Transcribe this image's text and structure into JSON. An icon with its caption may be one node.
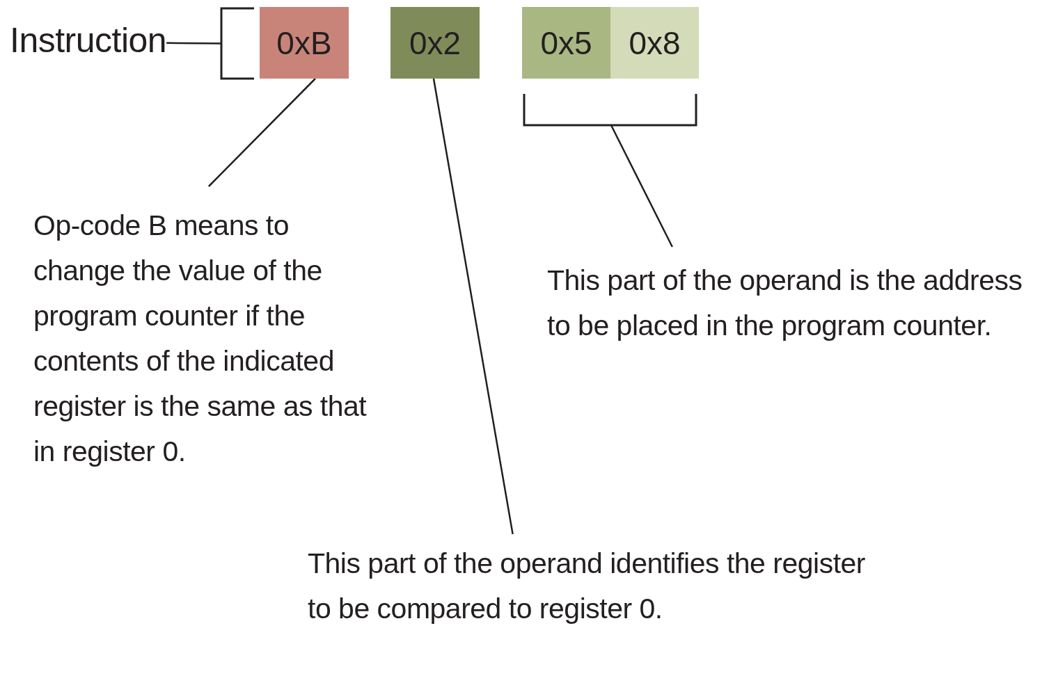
{
  "diagram": {
    "nodes": [
      {
        "text": [
          "Instruction"
        ]
      },
      {
        "text": [],
        "shape": "bracket"
      },
      {
        "text": [
          "0xB"
        ]
      },
      {
        "text": [
          "0x2"
        ]
      },
      {
        "text": [
          "0x5"
        ]
      },
      {
        "text": [
          "0x8"
        ]
      },
      {
        "text": [],
        "shape": "bracket"
      },
      {
        "text": [
          "Op-code B means to change the value of the program counter if the contents of the indicated register is the same as that in register 0."
        ]
      },
      {
        "text": [
          "This part of the operand is the address to be placed in the program counter."
        ]
      },
      {
        "text": [
          "This part of the operand identifies the register to be compared to register 0."
        ]
      }
    ],
    "edges": [
      {
        "from": 0,
        "to": 1,
        "arrow": "none"
      },
      {
        "from": 7,
        "to": 2,
        "arrow": "none"
      },
      {
        "from": 8,
        "to": 6,
        "arrow": "none"
      },
      {
        "from": 9,
        "to": 3,
        "arrow": "none"
      }
    ]
  }
}
